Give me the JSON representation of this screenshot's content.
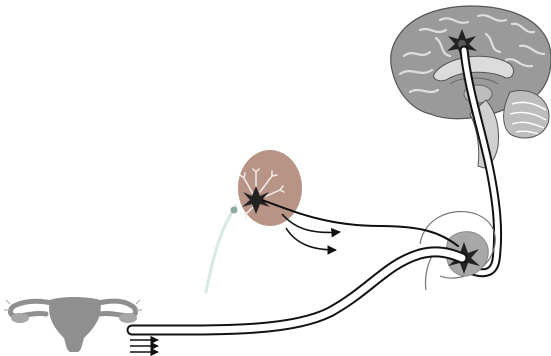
{
  "diagram": {
    "background": "#ffffff",
    "colors": {
      "brain_fill": "#9a9a9a",
      "brain_dark": "#555555",
      "brain_light": "#d4d4d4",
      "gland_fill": "#b79486",
      "uterus_fill": "#8f8f8f",
      "stalk_color": "#d8e8e2",
      "pathway_stroke": "#111111",
      "pathway_fill": "#ffffff",
      "star_fill": "#222222"
    },
    "icons": [
      "brain-icon",
      "gland-icon",
      "uterus-icon",
      "neuron-star-icon",
      "arrow-icon"
    ],
    "nodes": [
      {
        "id": "brain",
        "icon": "brain-icon"
      },
      {
        "id": "pink-gland",
        "icon": "gland-icon"
      },
      {
        "id": "gray-gland",
        "icon": "gland-icon"
      },
      {
        "id": "uterus",
        "icon": "uterus-icon"
      }
    ],
    "output_arrows": {
      "gland_arrows": 2,
      "uterus_arrows": 3
    }
  }
}
